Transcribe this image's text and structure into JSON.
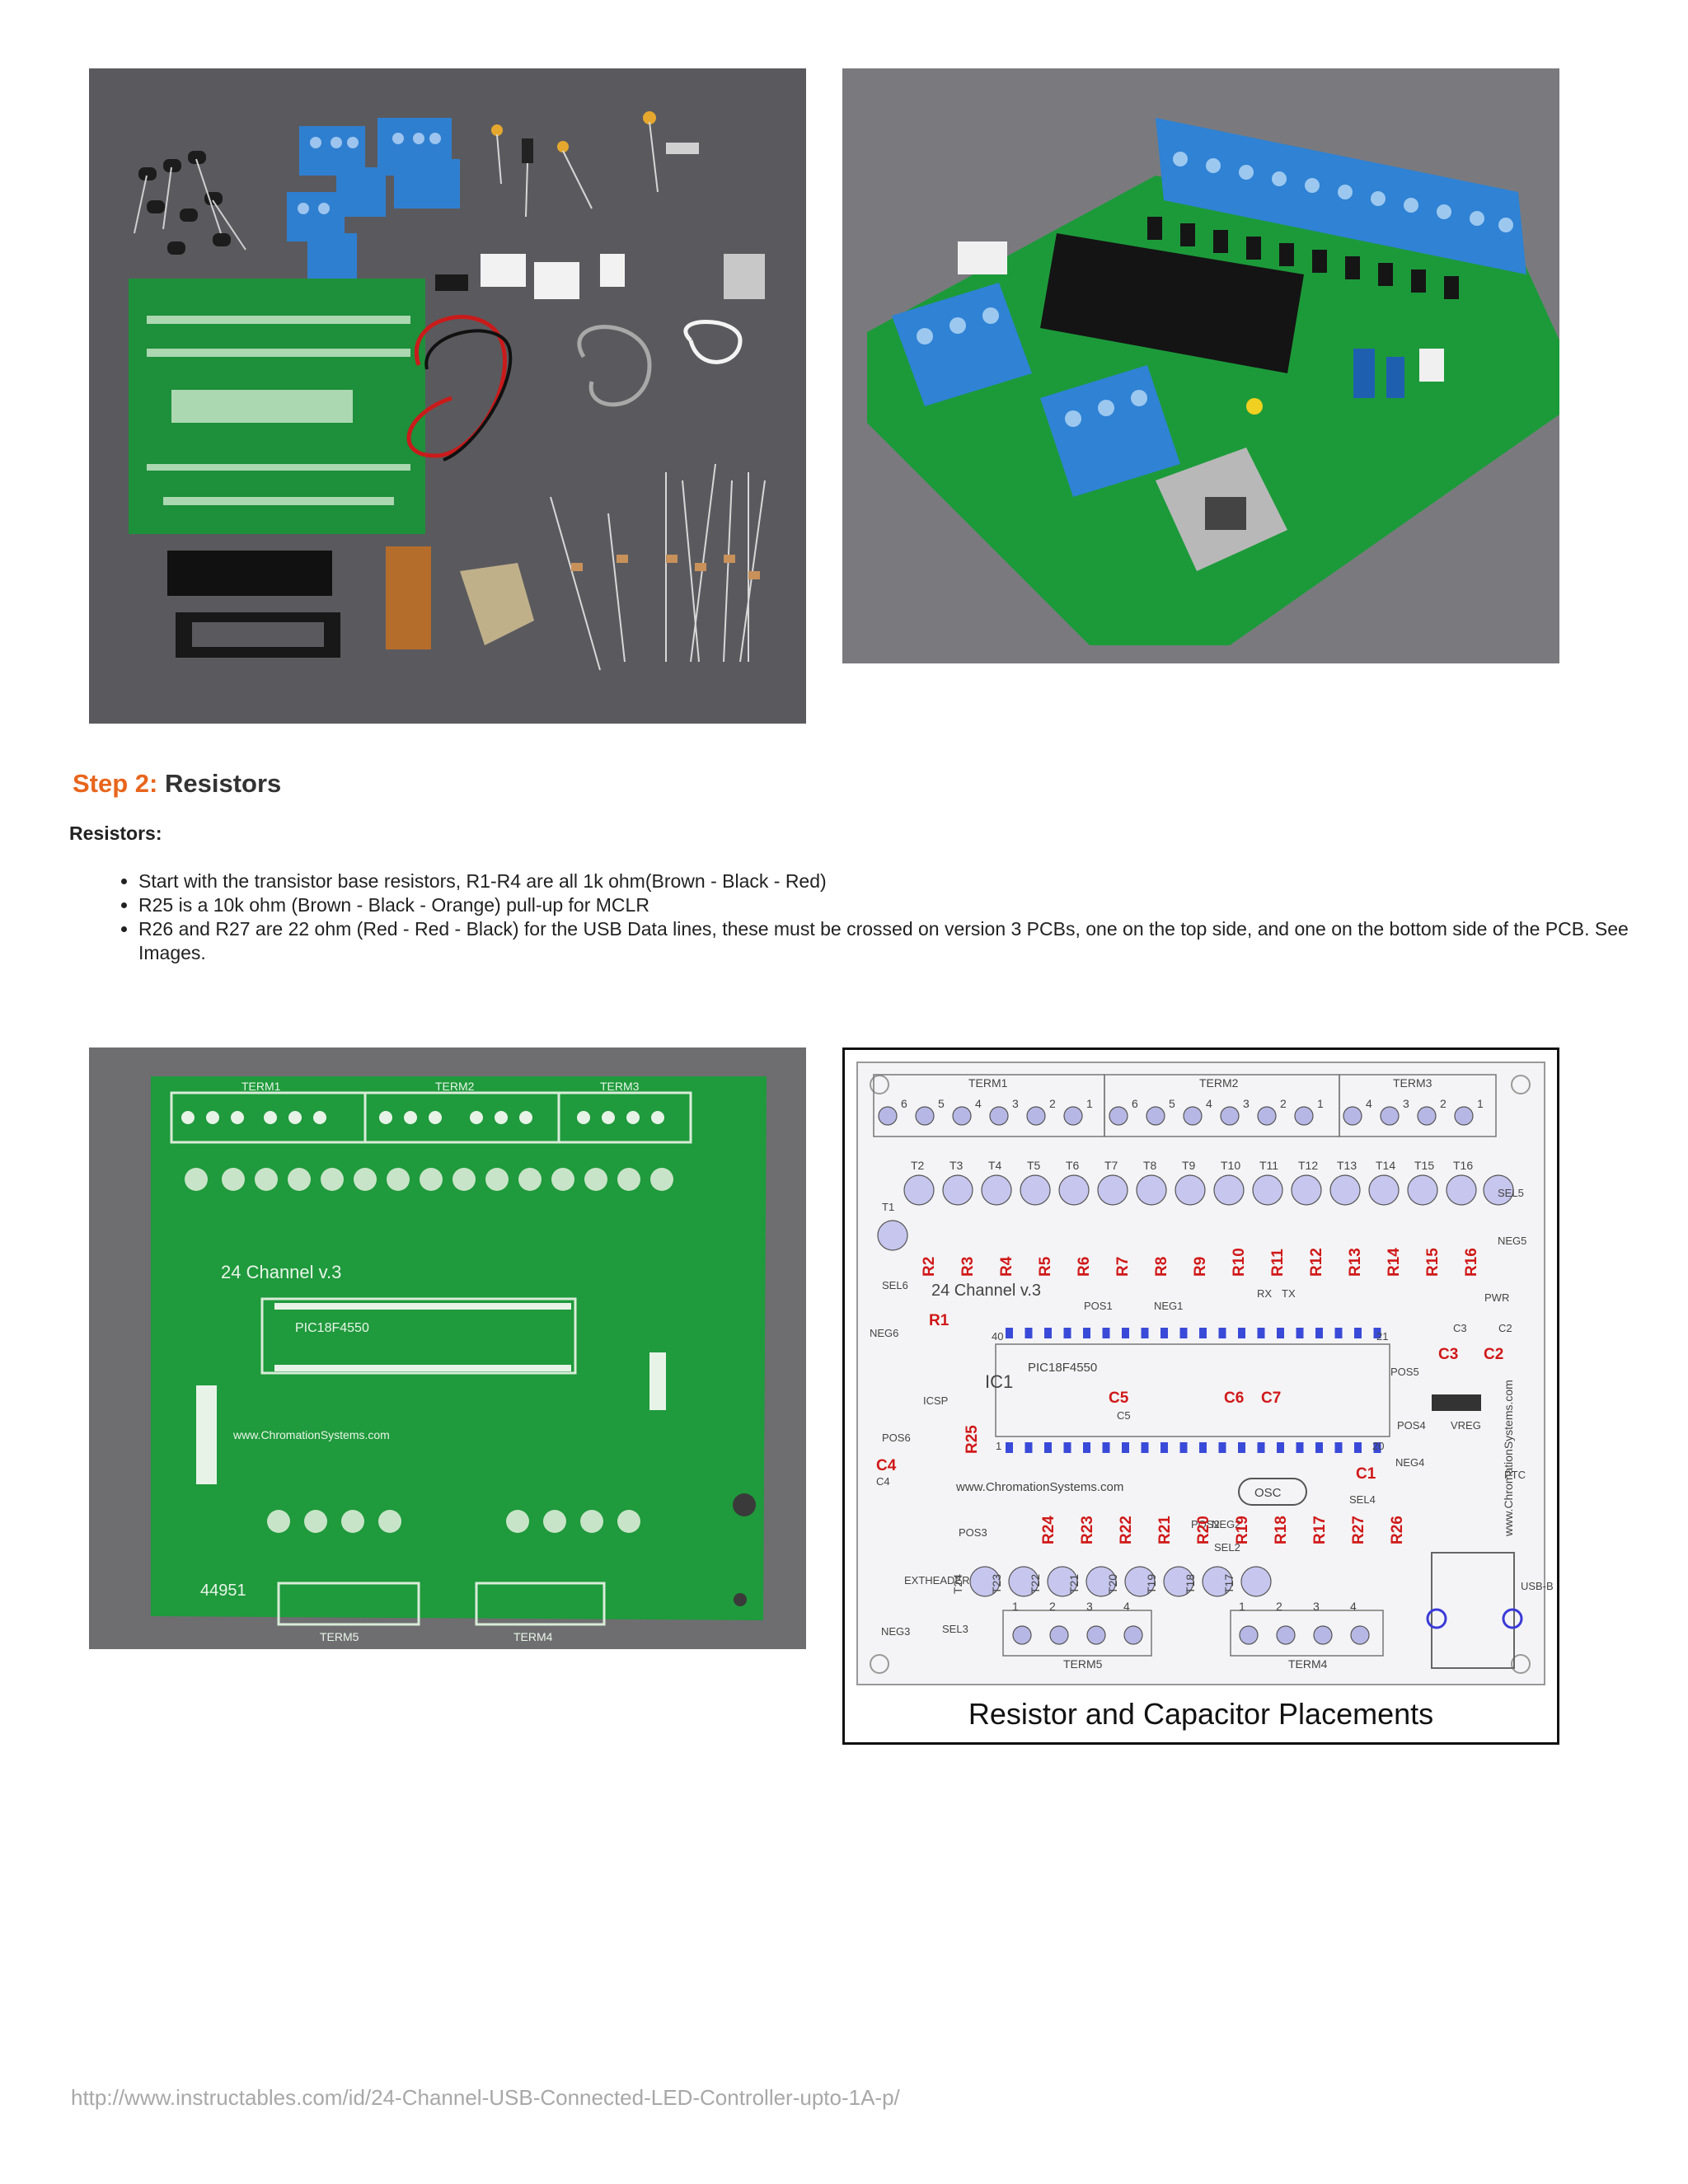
{
  "step": {
    "number_label": "Step 2:",
    "title": "Resistors",
    "subheading": "Resistors:",
    "bullets": [
      "Start with the transistor base resistors, R1-R4 are all 1k ohm(Brown - Black - Red)",
      "R25 is a 10k ohm (Brown - Black - Orange) pull-up for MCLR",
      "R26 and R27 are 22 ohm (Red - Red - Black) for the USB Data lines, these must be crossed on version 3 PCBs, one on the top side, and one on the bottom side of the PCB. See Images."
    ]
  },
  "diagram": {
    "caption": "Resistor and Capacitor Placements",
    "board_name": "24 Channel v.3",
    "chip": "PIC18F4550",
    "website": "www.ChromationSystems.com",
    "terminals": [
      "TERM1",
      "TERM2",
      "TERM3",
      "TERM4",
      "TERM5"
    ],
    "top_transistors": [
      "T2",
      "T3",
      "T4",
      "T5",
      "T6",
      "T7",
      "T8",
      "T9",
      "T10",
      "T11",
      "T12",
      "T13",
      "T14",
      "T15",
      "T16"
    ],
    "bottom_transistors": [
      "T24",
      "T23",
      "T22",
      "T21",
      "T20",
      "T19",
      "T18",
      "T17"
    ],
    "top_resistors": [
      "R2",
      "R3",
      "R4",
      "R5",
      "R6",
      "R7",
      "R8",
      "R9",
      "R10",
      "R11",
      "R12",
      "R13",
      "R14",
      "R15",
      "R16"
    ],
    "bottom_resistors": [
      "R24",
      "R23",
      "R22",
      "R21",
      "R20",
      "R19",
      "R18",
      "R17",
      "R27",
      "R26"
    ],
    "other_labels": {
      "r1": "R1",
      "r25": "R25",
      "c1": "C1",
      "c2": "C2",
      "c3": "C3",
      "c4": "C4",
      "c5": "C5",
      "c6": "C6",
      "c7": "C7",
      "t1": "T1",
      "ic1": "IC1",
      "icsp": "ICSP",
      "osc": "OSC",
      "ptc": "PTC",
      "vreg": "VREG",
      "pwr": "PWR",
      "usb": "USB-B",
      "extheader": "EXTHEADER",
      "pos1": "POS1",
      "neg1": "NEG1",
      "pos2": "POS2",
      "neg2": "NEG2",
      "pos3": "POS3",
      "neg3": "NEG3",
      "pos4": "POS4",
      "neg4": "NEG4",
      "pos5": "POS5",
      "neg5": "NEG5",
      "pos6": "POS6",
      "neg6": "NEG6",
      "sel2": "SEL2",
      "sel3": "SEL3",
      "sel4": "SEL4",
      "sel5": "SEL5",
      "sel6": "SEL6",
      "rx": "RX",
      "tx": "TX",
      "pin40": "40",
      "pin21": "21",
      "pin1": "1",
      "pin20": "20"
    },
    "term1_pins": [
      "6",
      "5",
      "4",
      "3",
      "2",
      "1"
    ],
    "term2_pins": [
      "6",
      "5",
      "4",
      "3",
      "2",
      "1"
    ],
    "term3_pins": [
      "4",
      "3",
      "2",
      "1"
    ],
    "term45_pins": [
      "1",
      "2",
      "3",
      "4"
    ]
  },
  "pcb_photo": {
    "terms": [
      "TERM1",
      "TERM2",
      "TERM3",
      "TERM5",
      "TERM4"
    ],
    "board_name": "24 Channel v.3",
    "chip": "PIC18F4550",
    "website": "www.ChromationSystems.com",
    "serial": "44951"
  },
  "footer": {
    "url": "http://www.instructables.com/id/24-Channel-USB-Connected-LED-Controller-upto-1A-p/"
  },
  "colors": {
    "step_accent": "#e8651c",
    "pcb_green": "#1d9b3a",
    "terminal_blue": "#2f7fd0",
    "label_red": "#d01818"
  }
}
